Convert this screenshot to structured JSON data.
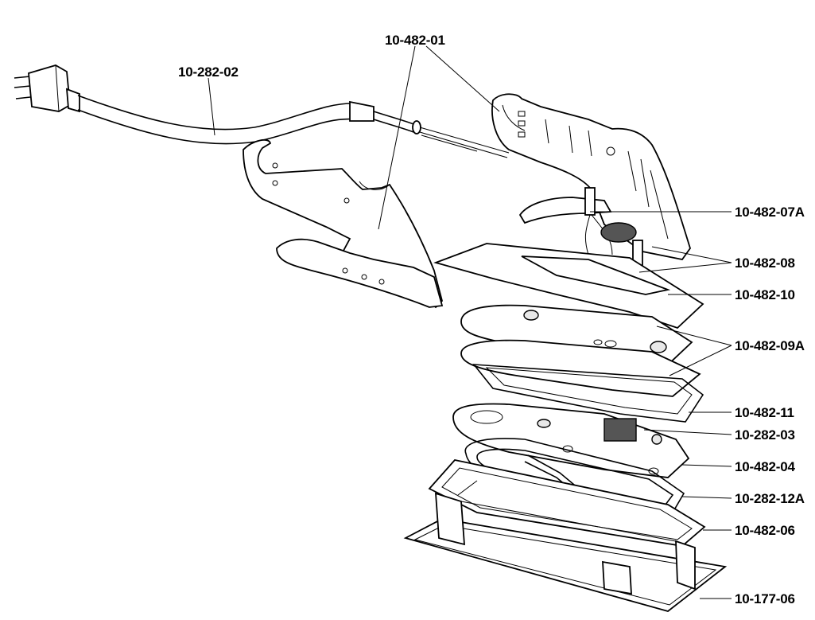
{
  "callouts": [
    {
      "id": "cord",
      "label": "10-282-02"
    },
    {
      "id": "handle-halves",
      "label": "10-482-01"
    },
    {
      "id": "thumb-rest",
      "label": "10-482-07A"
    },
    {
      "id": "thermostat",
      "label": "10-482-08"
    },
    {
      "id": "terminal-plate",
      "label": "10-482-10"
    },
    {
      "id": "insulators",
      "label": "10-482-09A"
    },
    {
      "id": "gasket",
      "label": "10-482-11"
    },
    {
      "id": "thermostat-control",
      "label": "10-282-03"
    },
    {
      "id": "pressure-plate",
      "label": "10-482-04"
    },
    {
      "id": "heating-element",
      "label": "10-282-12A"
    },
    {
      "id": "soleplate",
      "label": "10-482-06"
    },
    {
      "id": "base-stand",
      "label": "10-177-06"
    }
  ]
}
